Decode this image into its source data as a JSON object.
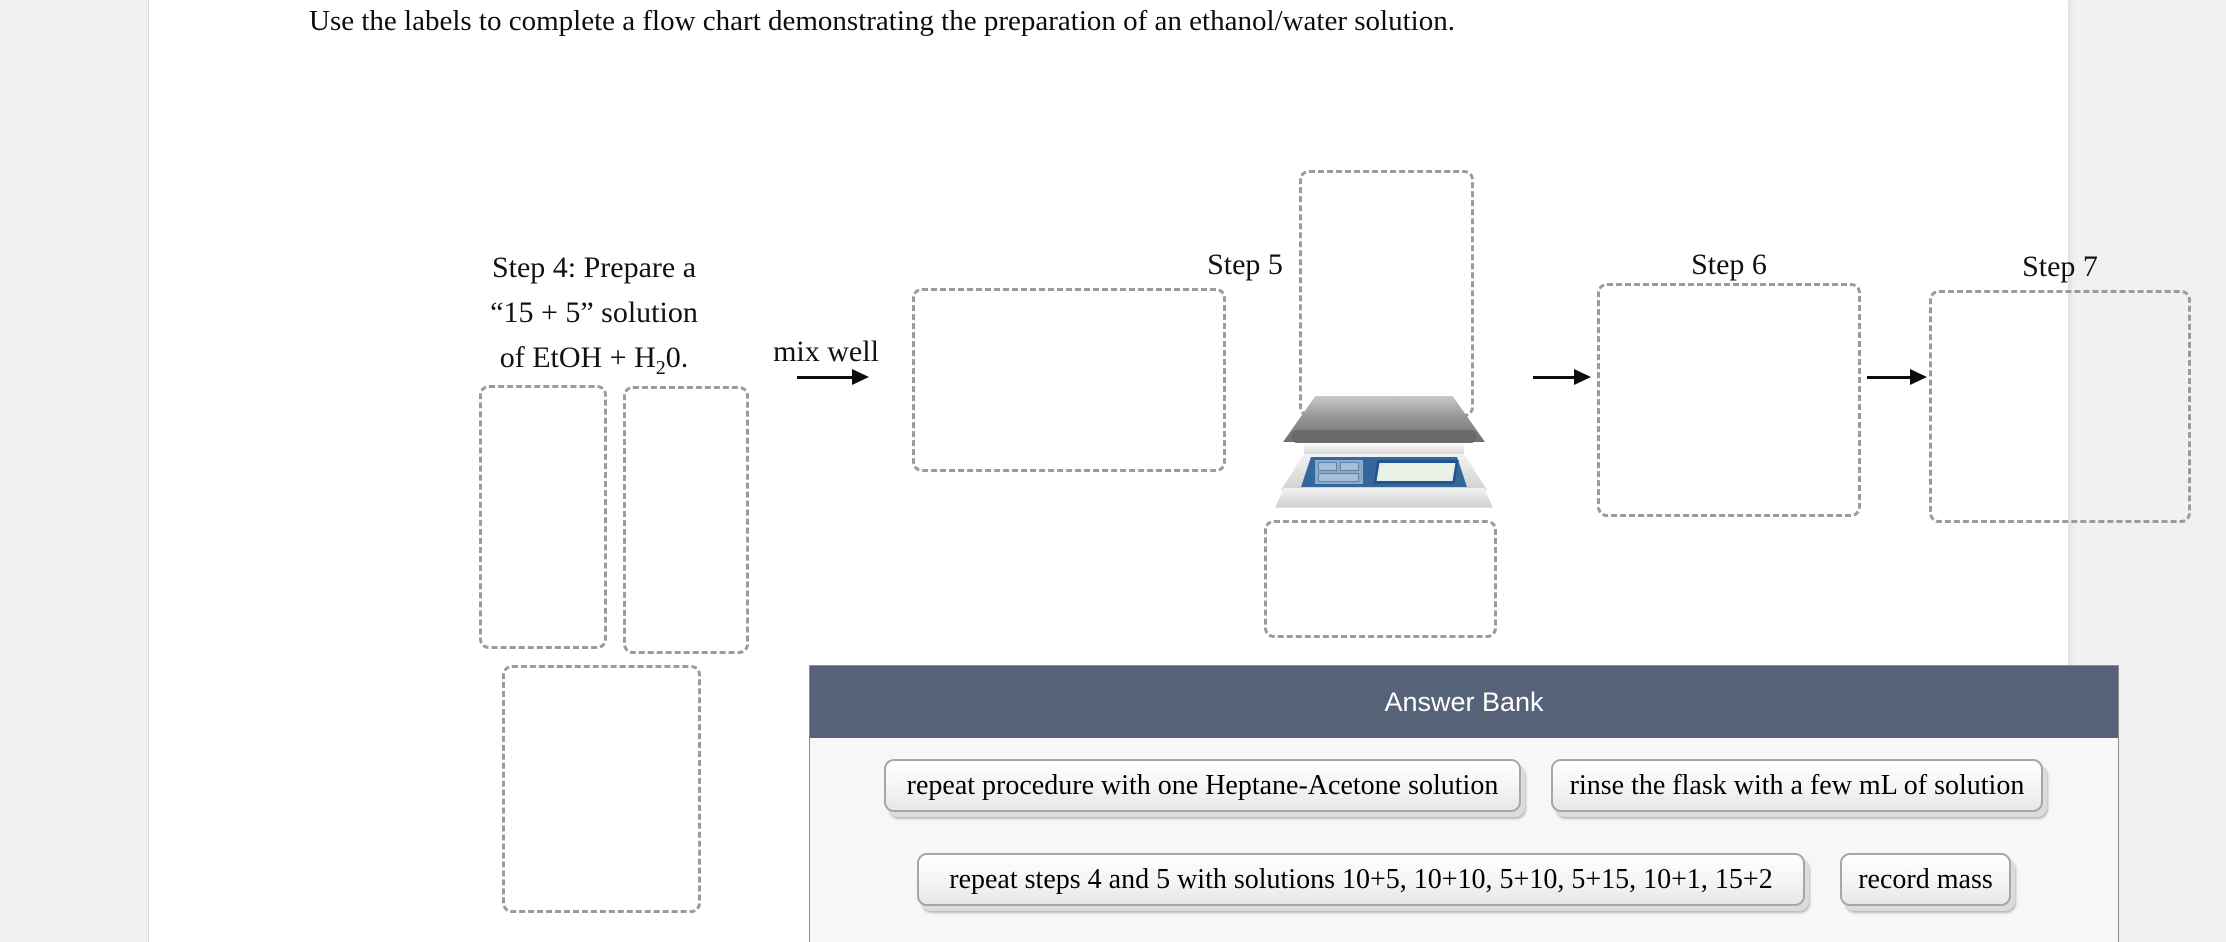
{
  "title": "Use the labels to complete a flow chart demonstrating the preparation of an ethanol/water solution.",
  "flowchart": {
    "step4": {
      "line1": "Step 4: Prepare a",
      "line2": "“15 + 5” solution",
      "line3_prefix": "of EtOH + H",
      "line3_sub": "2",
      "line3_suffix": "0."
    },
    "mix_well_label": "mix well",
    "step5_label": "Step 5",
    "step6_label": "Step 6",
    "step7_label": "Step 7",
    "icons": {
      "balance_scale": "electronic-weighing-balance"
    }
  },
  "answer_bank": {
    "header": "Answer Bank",
    "labels": [
      "repeat procedure with one Heptane-Acetone solution",
      "rinse the flask with a few mL of solution",
      "repeat steps 4 and 5 with solutions 10+5, 10+10, 5+10, 5+15, 10+1, 15+2",
      "record mass"
    ]
  },
  "colors": {
    "page_background": "#f1f1f2",
    "answer_bank_header": "#566278",
    "dashed_border": "#9b9b9b",
    "scale_panel_blue": "#34679c"
  }
}
